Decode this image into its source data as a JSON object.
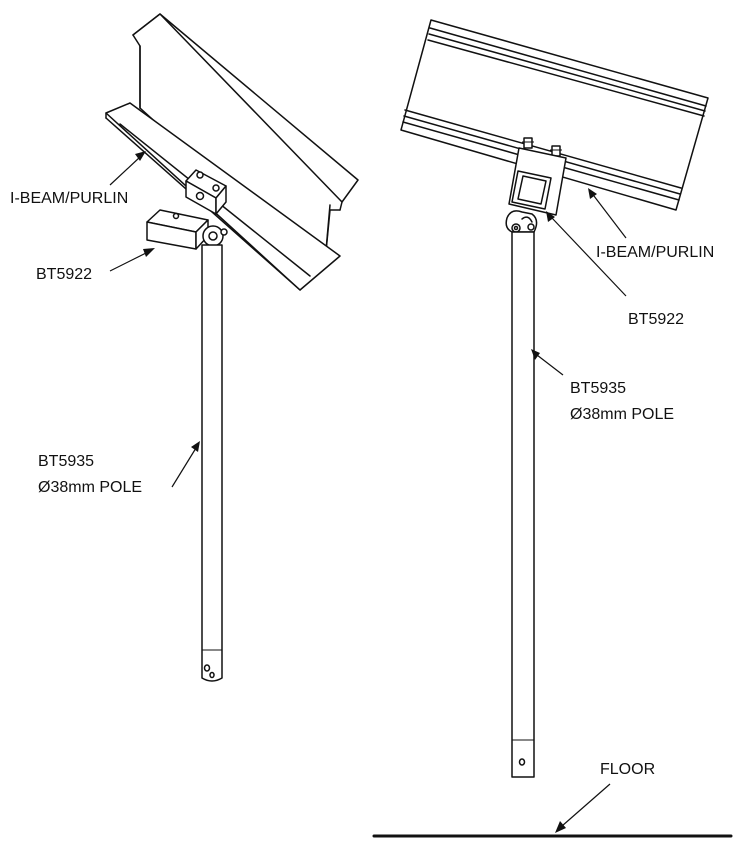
{
  "labels": {
    "left_ibeam": "I-BEAM/PURLIN",
    "left_bracket": "BT5922",
    "left_pole_code": "BT5935",
    "left_pole_desc": "Ø38mm POLE",
    "right_ibeam": "I-BEAM/PURLIN",
    "right_bracket": "BT5922",
    "right_pole_code": "BT5935",
    "right_pole_desc": "Ø38mm POLE",
    "floor": "FLOOR"
  },
  "colors": {
    "line": "#111111",
    "background": "#ffffff"
  }
}
